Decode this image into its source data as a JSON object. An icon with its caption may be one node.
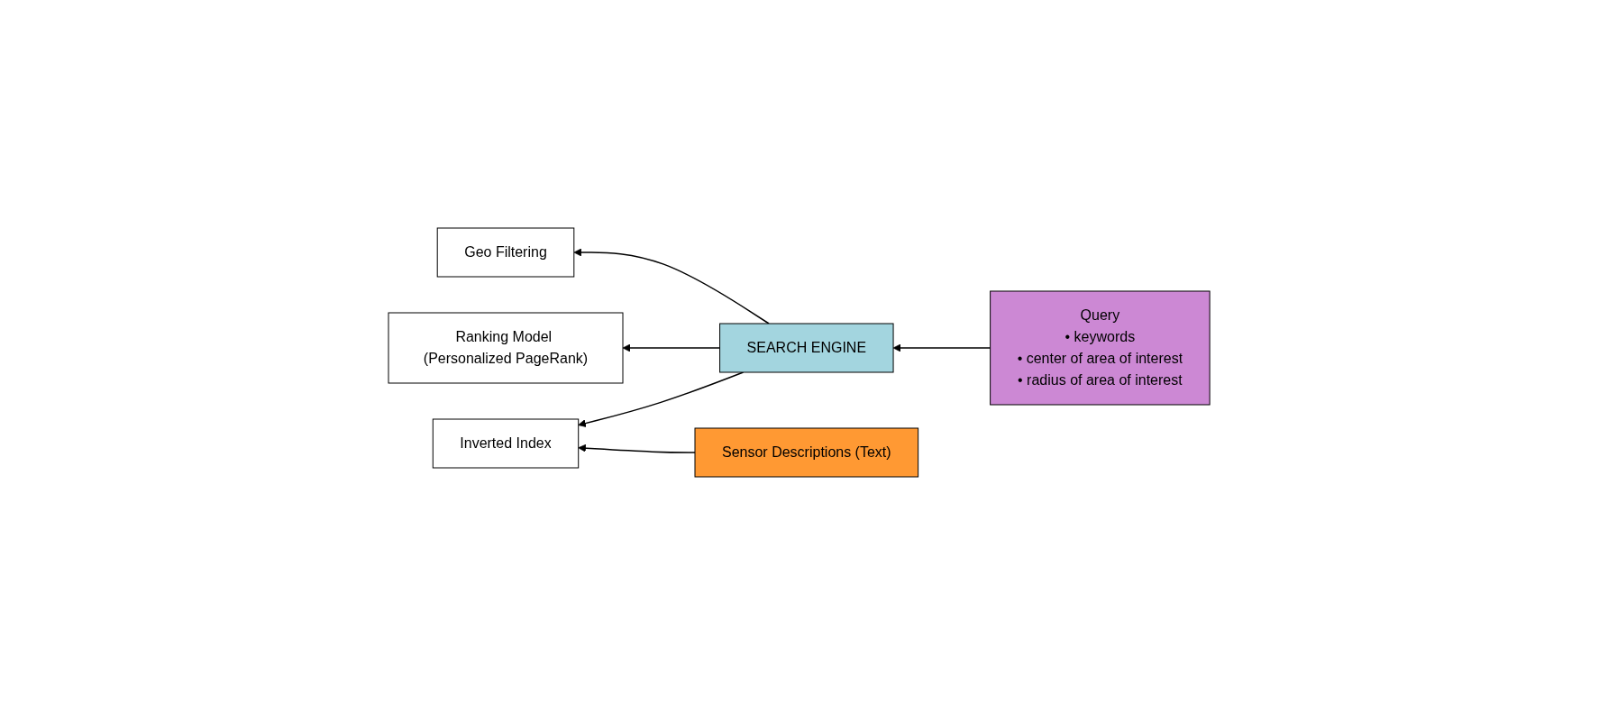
{
  "diagram": {
    "nodes": [
      {
        "text": [
          "Geo Filtering"
        ]
      },
      {
        "text": [
          "Ranking Model (Personalized PageRank)"
        ]
      },
      {
        "text": [
          "Sensor Descriptions (Text)"
        ]
      },
      {
        "text": [
          "Inverted Index"
        ]
      },
      {
        "text": [
          "SEARCH ENGINE"
        ]
      },
      {
        "text": [
          "Query",
          "• keywords",
          "• center of area of interest",
          "• radius of area of interest"
        ]
      }
    ],
    "edges": [
      {
        "from": 4,
        "to": 0,
        "arrow": "to"
      },
      {
        "from": 4,
        "to": 1,
        "arrow": "to"
      },
      {
        "from": 4,
        "to": 3,
        "arrow": "to"
      },
      {
        "from": 5,
        "to": 4,
        "arrow": "to"
      },
      {
        "from": 2,
        "to": 3,
        "arrow": "to"
      }
    ]
  }
}
